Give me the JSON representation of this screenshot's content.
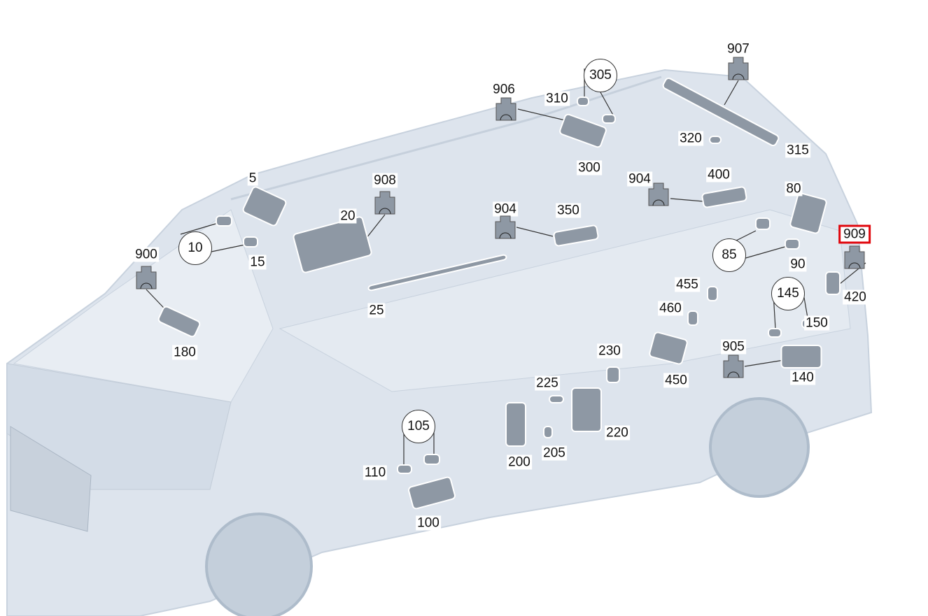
{
  "diagram": {
    "highlight_color": "#e0060c",
    "body_color": "#dbe3ec",
    "part_color": "#8e98a4",
    "callouts": [
      {
        "id": "c907",
        "label": "907",
        "kind": "connector"
      },
      {
        "id": "c906",
        "label": "906",
        "kind": "connector"
      },
      {
        "id": "c305",
        "label": "305",
        "kind": "circle"
      },
      {
        "id": "c310",
        "label": "310",
        "kind": "text"
      },
      {
        "id": "c320",
        "label": "320",
        "kind": "text"
      },
      {
        "id": "c315",
        "label": "315",
        "kind": "text"
      },
      {
        "id": "c300",
        "label": "300",
        "kind": "text"
      },
      {
        "id": "c5",
        "label": "5",
        "kind": "text"
      },
      {
        "id": "c908",
        "label": "908",
        "kind": "connector"
      },
      {
        "id": "c904a",
        "label": "904",
        "kind": "connector"
      },
      {
        "id": "c400",
        "label": "400",
        "kind": "text"
      },
      {
        "id": "c80",
        "label": "80",
        "kind": "text"
      },
      {
        "id": "c20",
        "label": "20",
        "kind": "text"
      },
      {
        "id": "c904b",
        "label": "904",
        "kind": "connector"
      },
      {
        "id": "c350",
        "label": "350",
        "kind": "text"
      },
      {
        "id": "c909",
        "label": "909",
        "kind": "connector",
        "highlighted": true
      },
      {
        "id": "c10",
        "label": "10",
        "kind": "circle"
      },
      {
        "id": "c15",
        "label": "15",
        "kind": "text"
      },
      {
        "id": "c900",
        "label": "900",
        "kind": "connector"
      },
      {
        "id": "c85",
        "label": "85",
        "kind": "circle"
      },
      {
        "id": "c90",
        "label": "90",
        "kind": "text"
      },
      {
        "id": "c455",
        "label": "455",
        "kind": "text"
      },
      {
        "id": "c420",
        "label": "420",
        "kind": "text"
      },
      {
        "id": "c145",
        "label": "145",
        "kind": "circle"
      },
      {
        "id": "c460",
        "label": "460",
        "kind": "text"
      },
      {
        "id": "c25",
        "label": "25",
        "kind": "text"
      },
      {
        "id": "c150",
        "label": "150",
        "kind": "text"
      },
      {
        "id": "c180",
        "label": "180",
        "kind": "text"
      },
      {
        "id": "c905",
        "label": "905",
        "kind": "connector"
      },
      {
        "id": "c230",
        "label": "230",
        "kind": "text"
      },
      {
        "id": "c140",
        "label": "140",
        "kind": "text"
      },
      {
        "id": "c450",
        "label": "450",
        "kind": "text"
      },
      {
        "id": "c225",
        "label": "225",
        "kind": "text"
      },
      {
        "id": "c105",
        "label": "105",
        "kind": "circle"
      },
      {
        "id": "c220",
        "label": "220",
        "kind": "text"
      },
      {
        "id": "c110",
        "label": "110",
        "kind": "text"
      },
      {
        "id": "c205",
        "label": "205",
        "kind": "text"
      },
      {
        "id": "c200",
        "label": "200",
        "kind": "text"
      },
      {
        "id": "c100",
        "label": "100",
        "kind": "text"
      }
    ]
  }
}
